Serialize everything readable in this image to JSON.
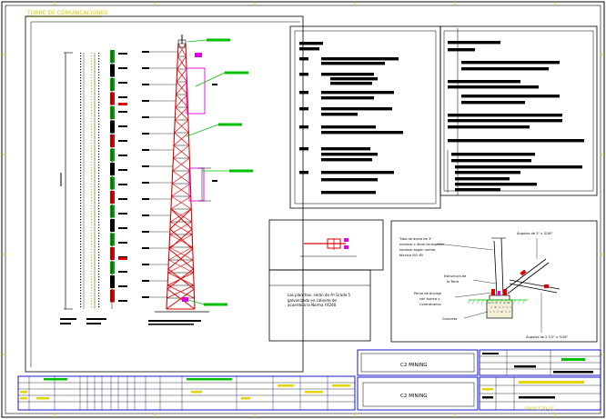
{
  "sheet": {
    "top_title": "TORRE DE COMUNICACIONES",
    "company": "C2 MINING",
    "company_lower": "C2 MINING",
    "footer_project": "PROYECTO_SC"
  },
  "detail": {
    "pipe_note": "Tubo de acero de 3\" nominal x 4mm de espesor nominal según norma técnica ISO 65",
    "tower_structure": "Estructura de la Torre",
    "anchor_bolt": "Perno de Anclaje con tuerca y Contratuerca",
    "concrete": "Concreto",
    "angle_top": "Ángulos de 2\" x 3/16\"",
    "angle_bottom": "Ángulos de 2 1/2\" x 3/16\""
  },
  "note": {
    "text": "Las planchas, serán de Aº Grado 5 galvanizado en caliente de acuerdo a la Norma Y4260"
  },
  "colors": {
    "tower_red": "#e00000",
    "green_label": "#00c000",
    "magenta": "#e000e0",
    "frame_blue": "#0000c0",
    "title_yellow": "#e6d400"
  }
}
